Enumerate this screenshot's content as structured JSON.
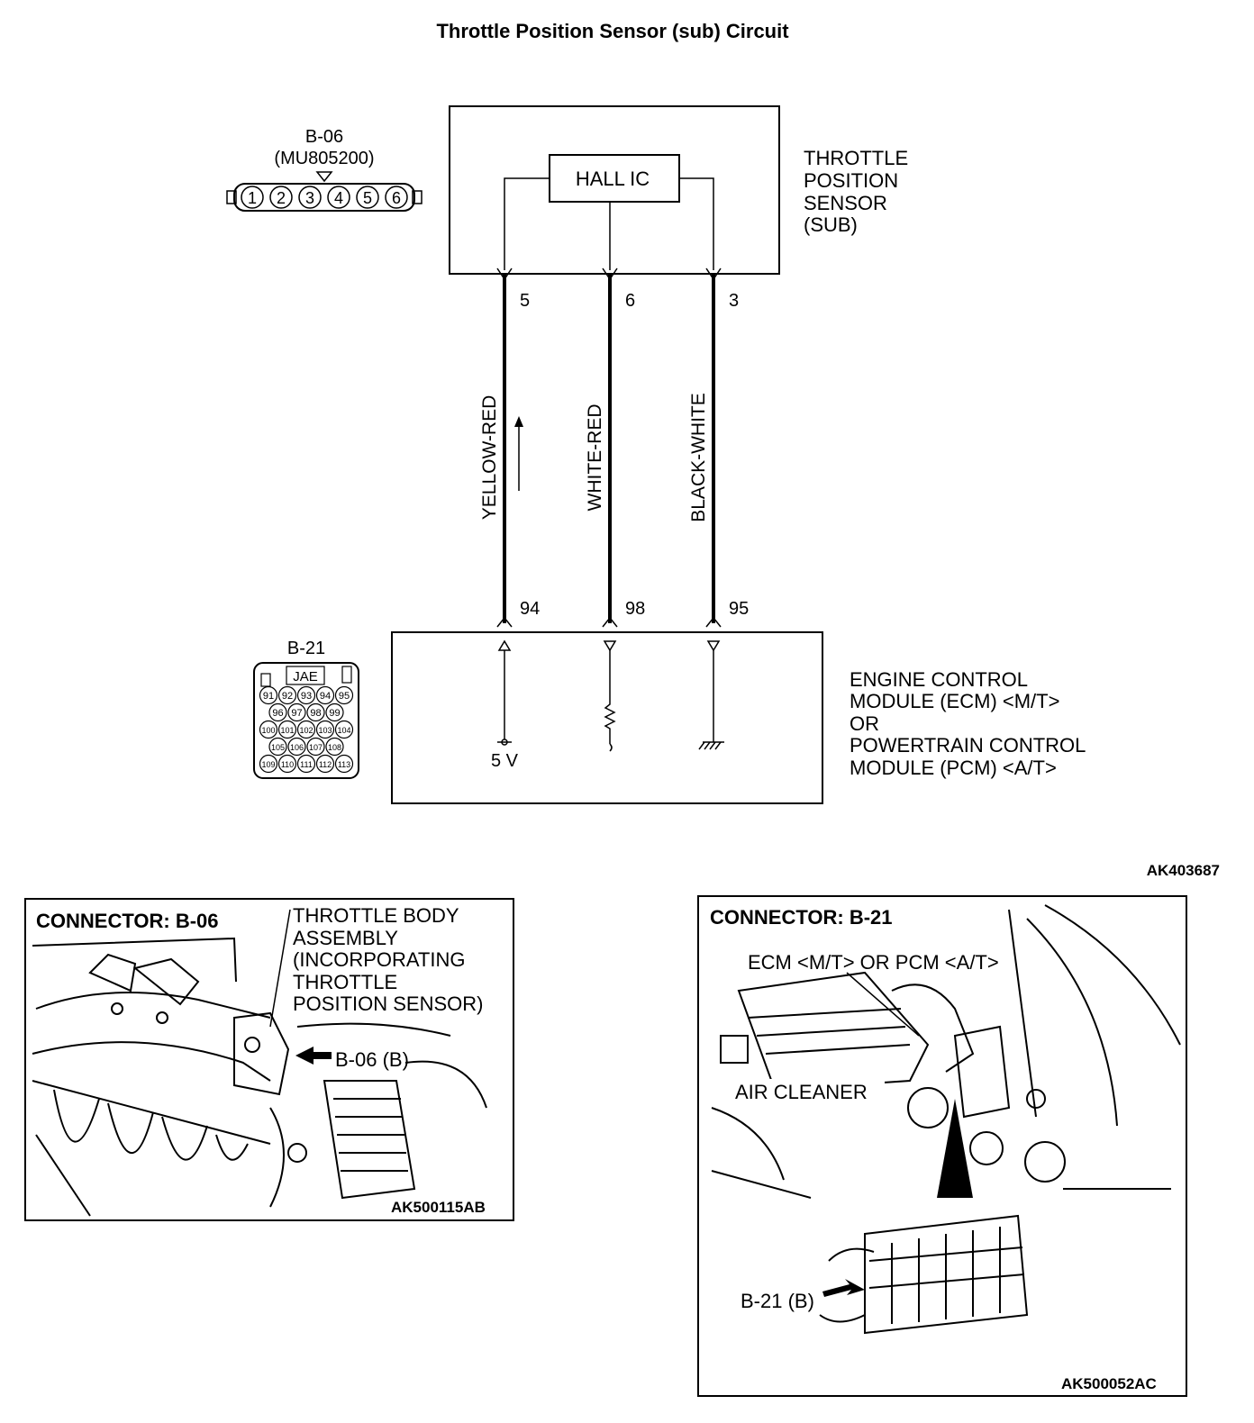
{
  "title": "Throttle Position Sensor (sub) Circuit",
  "sensor": {
    "connector_id": "B-06",
    "part_no": "(MU805200)",
    "pins": [
      "1",
      "2",
      "3",
      "4",
      "5",
      "6"
    ],
    "chip": "HALL IC",
    "label": [
      "THROTTLE",
      "POSITION",
      "SENSOR",
      "(SUB)"
    ]
  },
  "wires": [
    {
      "sensor_pin": "5",
      "color": "YELLOW-RED",
      "ecm_pin": "94"
    },
    {
      "sensor_pin": "6",
      "color": "WHITE-RED",
      "ecm_pin": "98"
    },
    {
      "sensor_pin": "3",
      "color": "BLACK-WHITE",
      "ecm_pin": "95"
    }
  ],
  "ecm": {
    "connector_id": "B-21",
    "brand": "JAE",
    "pin_rows": [
      [
        "91",
        "92",
        "93",
        "94",
        "95"
      ],
      [
        "96",
        "97",
        "98",
        "99"
      ],
      [
        "100",
        "101",
        "102",
        "103",
        "104"
      ],
      [
        "105",
        "106",
        "107",
        "108"
      ],
      [
        "109",
        "110",
        "111",
        "112",
        "113"
      ]
    ],
    "supply": "5 V",
    "label": [
      "ENGINE CONTROL",
      "MODULE (ECM) <M/T>",
      "OR",
      "POWERTRAIN CONTROL",
      "MODULE (PCM) <A/T>"
    ]
  },
  "figure_code": "AK403687",
  "photo_left": {
    "heading": "CONNECTOR: B-06",
    "callout": [
      "THROTTLE BODY",
      "ASSEMBLY",
      "(INCORPORATING",
      "THROTTLE",
      "POSITION SENSOR)"
    ],
    "pointer": "B-06 (B)",
    "code": "AK500115AB"
  },
  "photo_right": {
    "heading": "CONNECTOR: B-21",
    "callout": "ECM <M/T> OR PCM <A/T>",
    "air_cleaner": "AIR CLEANER",
    "pointer": "B-21 (B)",
    "code": "AK500052AC"
  }
}
